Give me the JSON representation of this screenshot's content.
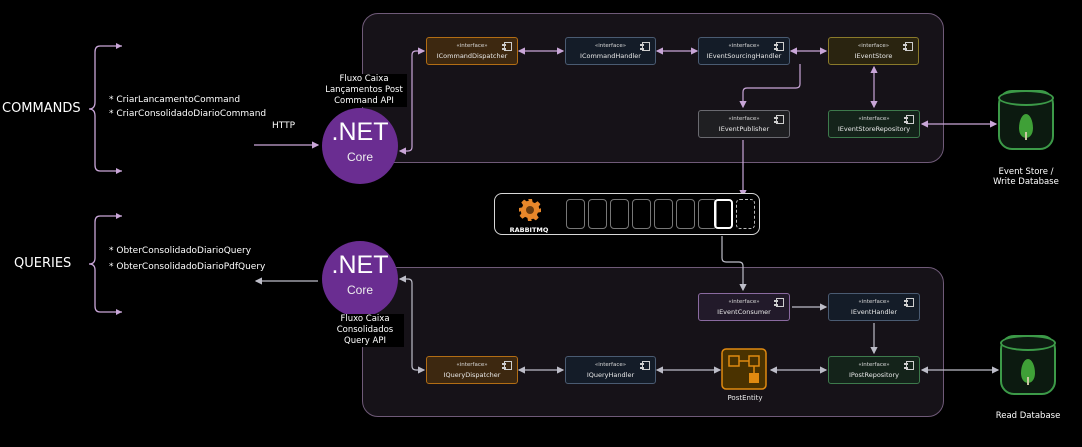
{
  "labels": {
    "commands": "COMMANDS",
    "queries": "QUERIES",
    "http": "HTTP"
  },
  "commands_list": [
    "* CriarLancamentoCommand",
    "* CriarConsolidadoDiarioCommand"
  ],
  "queries_list": [
    "* ObterConsolidadoDiarioQuery",
    "* ObterConsolidadoDiarioPdfQuery"
  ],
  "command_api": {
    "caption_lines": [
      "Fluxo Caixa",
      "Lançamentos Post",
      "Command API"
    ],
    "logo_main": ".NET",
    "logo_sub": "Core"
  },
  "query_api": {
    "caption_lines": [
      "Fluxo Caixa",
      "Consolidados",
      "Query API"
    ],
    "logo_main": ".NET",
    "logo_sub": "Core"
  },
  "stereotype": "«interface»",
  "command_components": {
    "dispatcher": "ICommandDispatcher",
    "handler": "ICommandHandler",
    "es_handler": "IEventSourcingHandler",
    "event_store": "IEventStore",
    "publisher": "IEventPublisher",
    "repository": "IEventStoreRepository"
  },
  "query_components": {
    "consumer": "IEventConsumer",
    "event_handler": "IEventHandler",
    "dispatcher": "IQueryDispatcher",
    "handler": "IQueryHandler",
    "entity": "PostEntity",
    "repository": "IPostRepository"
  },
  "queue": {
    "label": "RABBITMQ"
  },
  "databases": {
    "write_lines": [
      "Event Store /",
      "Write Database"
    ],
    "read": "Read Database"
  },
  "colors": {
    "panel_border": "#6f5a78",
    "arrow": "#c9a6d8",
    "net_purple": "#6a2d91",
    "mongo_green": "#3c9a48",
    "orange_accent": "#b26d14"
  }
}
